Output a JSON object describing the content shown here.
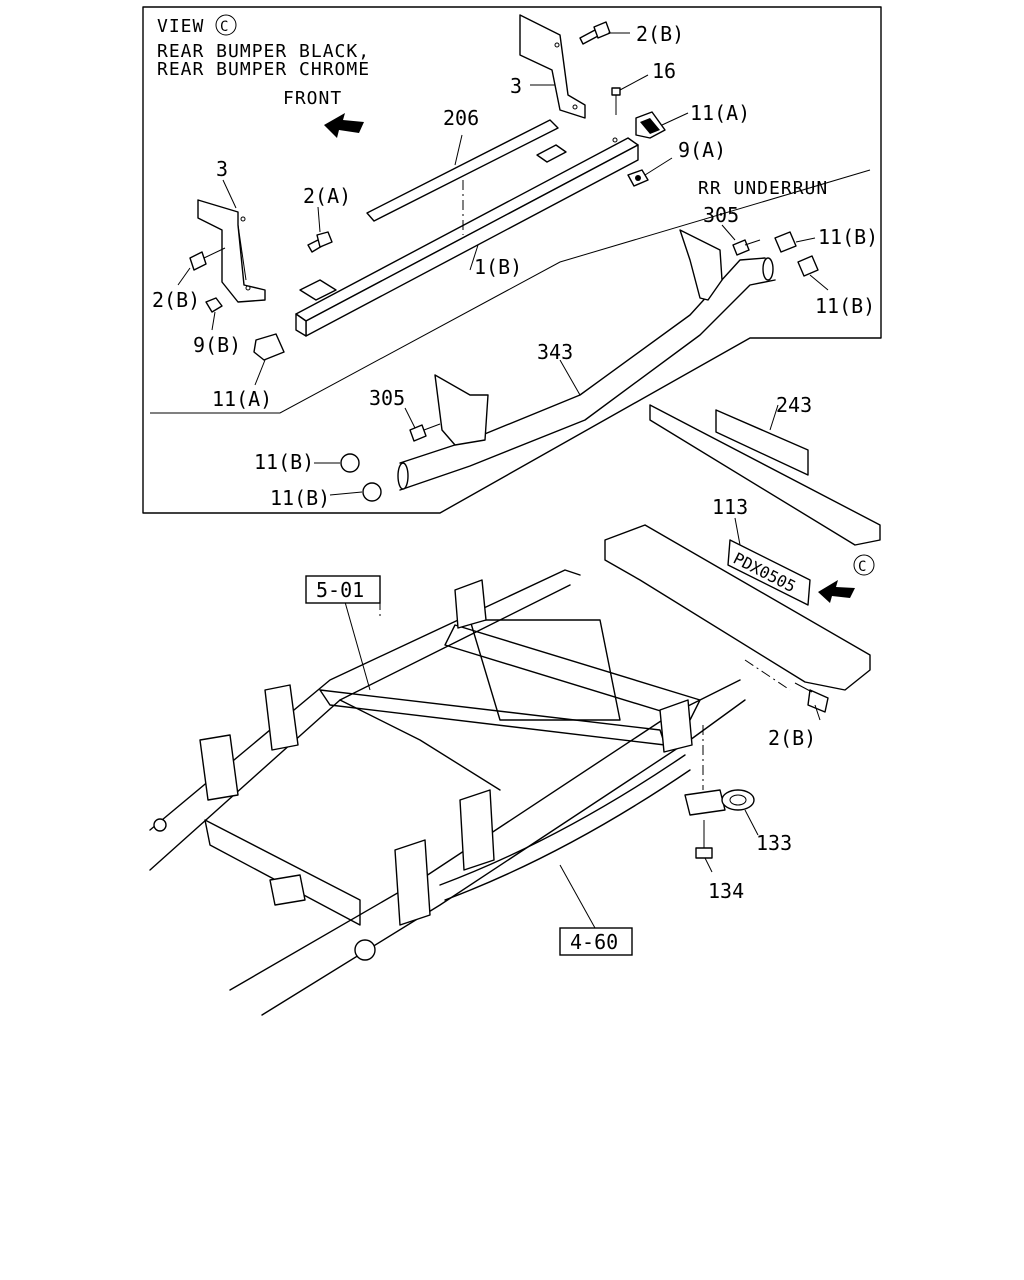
{
  "view_header": {
    "view": "VIEW",
    "view_symbol": "C",
    "title_line1": "REAR BUMPER BLACK,",
    "title_line2": "REAR BUMPER CHROME",
    "front": "FRONT",
    "rr_underrun": "RR UNDERRUN"
  },
  "callouts": {
    "c_2b_top": "2(B)",
    "c_3_top": "3",
    "c_16": "16",
    "c_206": "206",
    "c_11a_top": "11(A)",
    "c_9a": "9(A)",
    "c_3_left": "3",
    "c_2a": "2(A)",
    "c_1b": "1(B)",
    "c_2b_left": "2(B)",
    "c_9b": "9(B)",
    "c_11a_bottom": "11(A)",
    "c_305_right": "305",
    "c_11b_r1": "11(B)",
    "c_11b_r2": "11(B)",
    "c_343": "343",
    "c_305_left": "305",
    "c_11b_l1": "11(B)",
    "c_11b_l2": "11(B)",
    "c_243": "243",
    "c_113": "113",
    "c_view_c": "C",
    "c_5_01": "5-01",
    "c_2b_frame": "2(B)",
    "c_133": "133",
    "c_134": "134",
    "c_4_60": "4-60"
  },
  "plate_text": "PDX0505"
}
